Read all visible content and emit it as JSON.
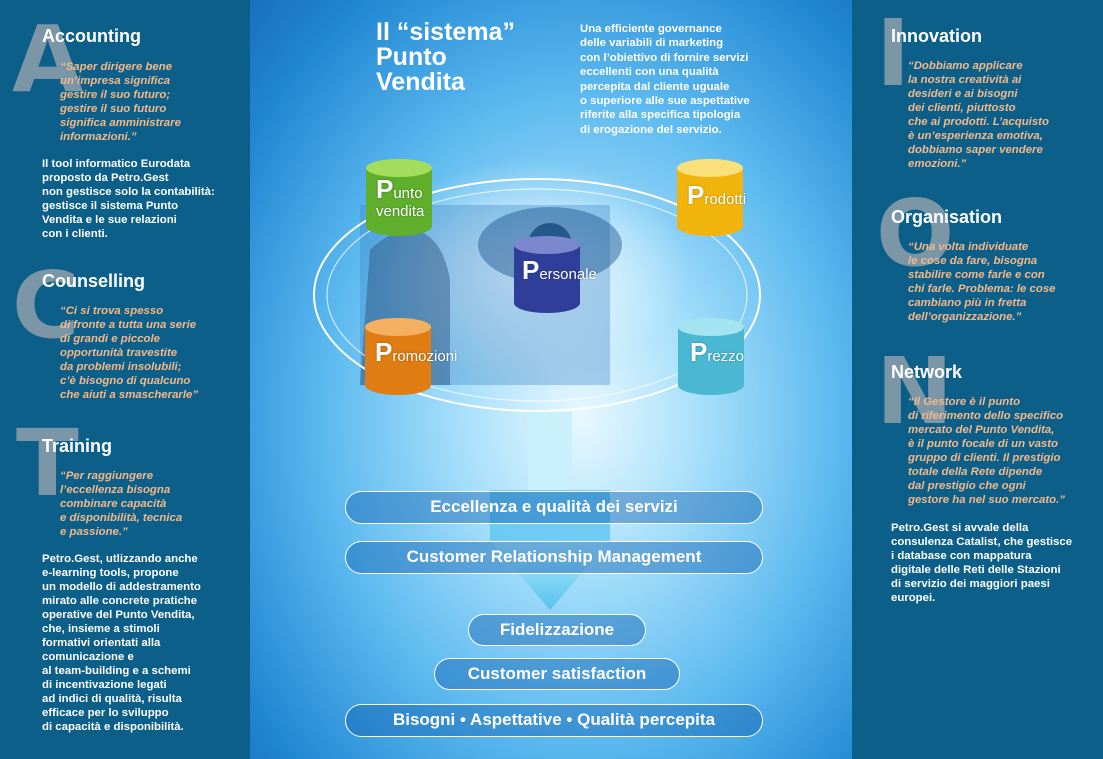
{
  "left": {
    "sections": [
      {
        "letter": "A",
        "title": "Accounting",
        "quote": "“Saper dirigere bene\nun’impresa significa\ngestire il suo futuro;\ngestire il suo futuro\nsignifica amministrare\ninformazioni.”",
        "body": "Il tool informatico Eurodata\nproposto da Petro.Gest\nnon gestisce solo la contabilità:\ngestisce il sistema Punto\nVendita e le sue relazioni\ncon i clienti."
      },
      {
        "letter": "C",
        "title": "Counselling",
        "quote": "“Ci si trova spesso\ndi fronte a tutta una serie\ndi grandi e piccole\nopportunità travestite\nda problemi insolubili;\nc’è bisogno di qualcuno\nche aiuti a smascherarle”",
        "body": ""
      },
      {
        "letter": "T",
        "title": "Training",
        "quote": "“Per raggiungere\nl’eccellenza bisogna\ncombinare capacità\ne disponibilità, tecnica\ne passione.”",
        "body": "Petro.Gest, utlizzando anche\ne-learning tools, propone\nun modello di addestramento\nmirato alle concrete pratiche\noperative del Punto Vendita,\nche, insieme a stimoli\nformativi orientati alla\ncomunicazione e\nal team-building e a schemi\ndi incentivazione legati\nad indici di qualità, risulta\nefficace per lo sviluppo\ndi capacità  e disponibilità."
      }
    ]
  },
  "right": {
    "sections": [
      {
        "letter": "I",
        "title": "Innovation",
        "quote": "“Dobbiamo applicare\nla nostra creatività ai\ndesideri e ai bisogni\ndei clienti, piuttosto\nche ai prodotti. L’acquisto\nè un’esperienza emotiva,\ndobbiamo saper vendere\nemozioni.”",
        "body": ""
      },
      {
        "letter": "O",
        "title": "Organisation",
        "quote": "“Una volta individuate\nle cose da fare, bisogna\nstabilire come farle e con\nchi farle. Problema: le cose\ncambiano più in fretta\ndell’organizzazione.”",
        "body": ""
      },
      {
        "letter": "N",
        "title": "Network",
        "quote": "“Il Gestore è il punto\ndi riferimento dello specifico\nmercato del Punto Vendita,\nè il punto focale di un vasto\ngruppo di clienti. Il prestigio\ntotale della Rete dipende\ndal prestigio che ogni\ngestore ha nel suo mercato.”",
        "body": "Petro.Gest si avvale della\nconsulenza Catalist, che gestisce\ni database con mappatura\ndigitale delle Reti delle Stazioni\ndi servizio dei maggiori paesi\neuropei."
      }
    ]
  },
  "center": {
    "title": "Il “sistema”\nPunto\nVendita",
    "intro": "Una efficiente governance\ndelle variabili di marketing\ncon l’obiettivo di fornire servizi\neccellenti con una qualità\npercepita dal cliente uguale\no superiore alle sue aspettative\nriferite alla specifica tipologia\ndi erogazione del servizio.",
    "cylinders": [
      {
        "cap": "P",
        "rest": "unto",
        "line2": "vendita",
        "color": "#7bc63a"
      },
      {
        "cap": "P",
        "rest": "rodotti",
        "line2": "",
        "color": "#f4c21b"
      },
      {
        "cap": "P",
        "rest": "ersonale",
        "line2": "",
        "color": "#3d4fa8"
      },
      {
        "cap": "P",
        "rest": "romozioni",
        "line2": "",
        "color": "#e88a1a"
      },
      {
        "cap": "P",
        "rest": "rezzo",
        "line2": "",
        "color": "#5fc4d9"
      }
    ],
    "pills": [
      "Eccellenza e qualità dei servizi",
      "Customer Relationship Management",
      "Fidelizzazione",
      "Customer satisfaction",
      "Bisogni • Aspettative • Qualità percepita"
    ]
  }
}
